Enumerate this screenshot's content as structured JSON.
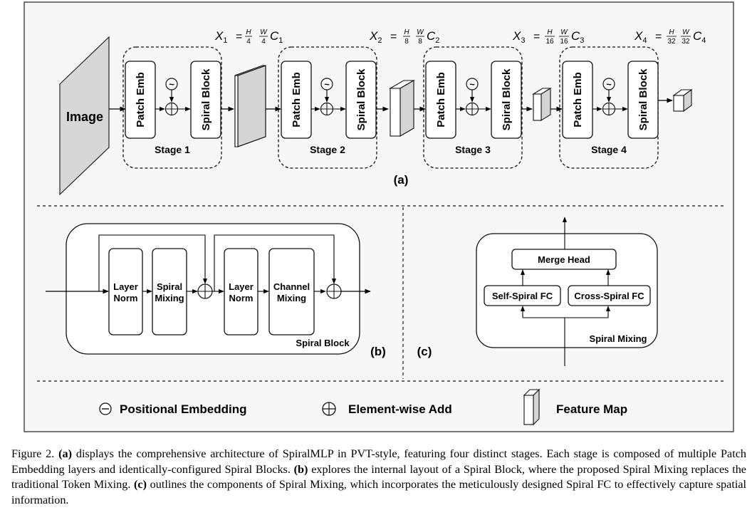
{
  "diagram": {
    "image_label": "Image",
    "panel_a_label": "(a)",
    "panel_b_label": "(b)",
    "panel_c_label": "(c)",
    "stages": [
      {
        "name": "Stage 1",
        "patch_emb": "Patch Emb",
        "pos": "~",
        "block": "Spiral Block",
        "dim": {
          "var": "X",
          "sub": "1",
          "h": "H",
          "hd": "4",
          "w": "W",
          "wd": "4",
          "c": "C",
          "csub": "1"
        }
      },
      {
        "name": "Stage 2",
        "patch_emb": "Patch Emb",
        "pos": "~",
        "block": "Spiral Block",
        "dim": {
          "var": "X",
          "sub": "2",
          "h": "H",
          "hd": "8",
          "w": "W",
          "wd": "8",
          "c": "C",
          "csub": "2"
        }
      },
      {
        "name": "Stage 3",
        "patch_emb": "Patch Emb",
        "pos": "~",
        "block": "Spiral Block",
        "dim": {
          "var": "X",
          "sub": "3",
          "h": "H",
          "hd": "16",
          "w": "W",
          "wd": "16",
          "c": "C",
          "csub": "3"
        }
      },
      {
        "name": "Stage 4",
        "patch_emb": "Patch Emb",
        "pos": "~",
        "block": "Spiral Block",
        "dim": {
          "var": "X",
          "sub": "4",
          "h": "H",
          "hd": "32",
          "w": "W",
          "wd": "32",
          "c": "C",
          "csub": "4"
        }
      }
    ],
    "spiral_block": {
      "layer_norm_1": [
        "Layer",
        "Norm"
      ],
      "spiral_mixing": [
        "Spiral",
        "Mixing"
      ],
      "layer_norm_2": [
        "Layer",
        "Norm"
      ],
      "channel_mixing": [
        "Channel",
        "Mixing"
      ],
      "title": "Spiral Block"
    },
    "spiral_mixing": {
      "merge_head": "Merge Head",
      "self_spiral_fc": "Self-Spiral FC",
      "cross_spiral_fc": "Cross-Spiral FC",
      "title": "Spiral Mixing"
    },
    "legend": {
      "positional_embedding": "Positional Embedding",
      "element_wise_add": "Element-wise Add",
      "feature_map": "Feature Map"
    }
  },
  "caption": {
    "figure_label": "Figure 2.",
    "a_tag": "(a)",
    "a_text": "displays the comprehensive architecture of SpiralMLP in PVT-style, featuring four distinct stages. Each stage is composed of multiple Patch Embedding layers and identically-configured Spiral Blocks.",
    "b_tag": "(b)",
    "b_text": "explores the internal layout of a Spiral Block, where the proposed Spiral Mixing replaces the traditional Token Mixing.",
    "c_tag": "(c)",
    "c_text": "outlines the components of Spiral Mixing, which incorporates the meticulously designed Spiral FC to effectively capture spatial information."
  }
}
